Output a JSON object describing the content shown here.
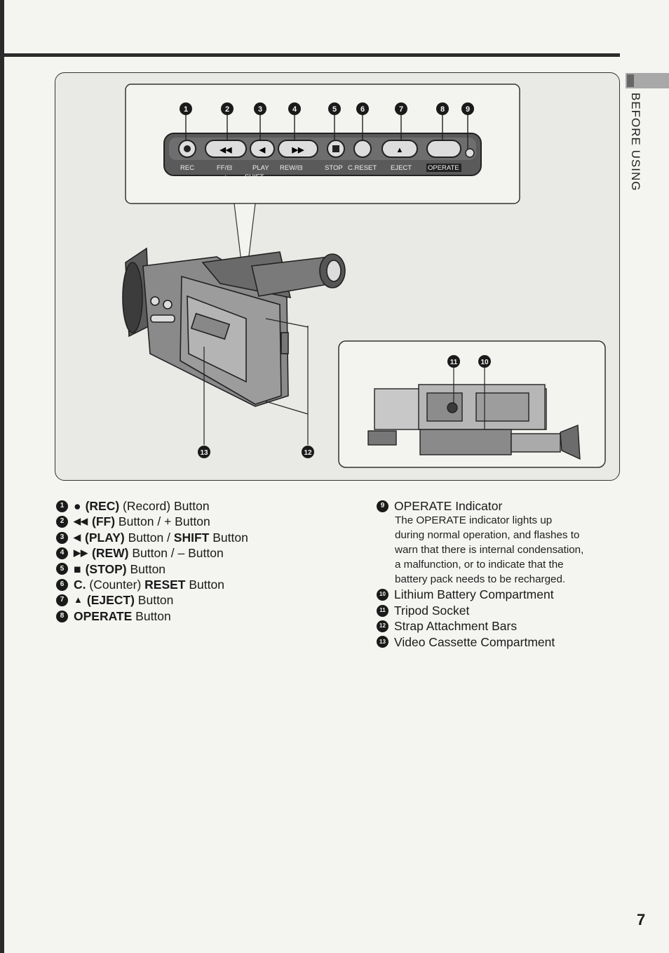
{
  "side_label": "BEFORE USING",
  "page_number": "7",
  "figure": {
    "callouts_top": [
      "1",
      "2",
      "3",
      "4",
      "5",
      "6",
      "7",
      "8",
      "9"
    ],
    "panel_labels": {
      "rec": "REC",
      "ff": "FF/⊟",
      "play": "PLAY",
      "rew": "REW/⊟",
      "stop": "STOP",
      "creset": "C.RESET",
      "eject": "EJECT",
      "operate": "OPERATE",
      "shift_line": "+ —— SHIFT —— –"
    },
    "callouts_bottom": [
      "13",
      "12"
    ],
    "callouts_inset": [
      "11",
      "10"
    ]
  },
  "left_items": [
    {
      "num": "1",
      "symbol": "●",
      "bold": "(REC)",
      "rest": " (Record) Button"
    },
    {
      "num": "2",
      "symbol": "◀◀",
      "bold": "(FF)",
      "rest": " Button / + Button"
    },
    {
      "num": "3",
      "symbol": "◀",
      "bold": "(PLAY)",
      "rest": " Button / ",
      "bold2": "SHIFT",
      "rest2": " Button"
    },
    {
      "num": "4",
      "symbol": "▶▶",
      "bold": "(REW)",
      "rest": " Button / – Button"
    },
    {
      "num": "5",
      "symbol": "■",
      "bold": "(STOP)",
      "rest": " Button"
    },
    {
      "num": "6",
      "symbol": "",
      "bold": "C.",
      "rest": " (Counter) ",
      "bold2": "RESET",
      "rest2": " Button"
    },
    {
      "num": "7",
      "symbol": "▲",
      "bold": "(EJECT)",
      "rest": " Button"
    },
    {
      "num": "8",
      "symbol": "",
      "bold": "OPERATE",
      "rest": " Button"
    }
  ],
  "right_items": [
    {
      "num": "9",
      "label": "OPERATE Indicator"
    },
    {
      "num": "10",
      "label": "Lithium Battery Compartment"
    },
    {
      "num": "11",
      "label": "Tripod Socket"
    },
    {
      "num": "12",
      "label": "Strap Attachment Bars"
    },
    {
      "num": "13",
      "label": "Video Cassette Compartment"
    }
  ],
  "operate_description_lines": [
    "The OPERATE indicator lights up",
    "during normal operation, and flashes to",
    "warn that there is internal condensation,",
    "a malfunction, or to indicate that the",
    "battery pack needs to be recharged."
  ]
}
